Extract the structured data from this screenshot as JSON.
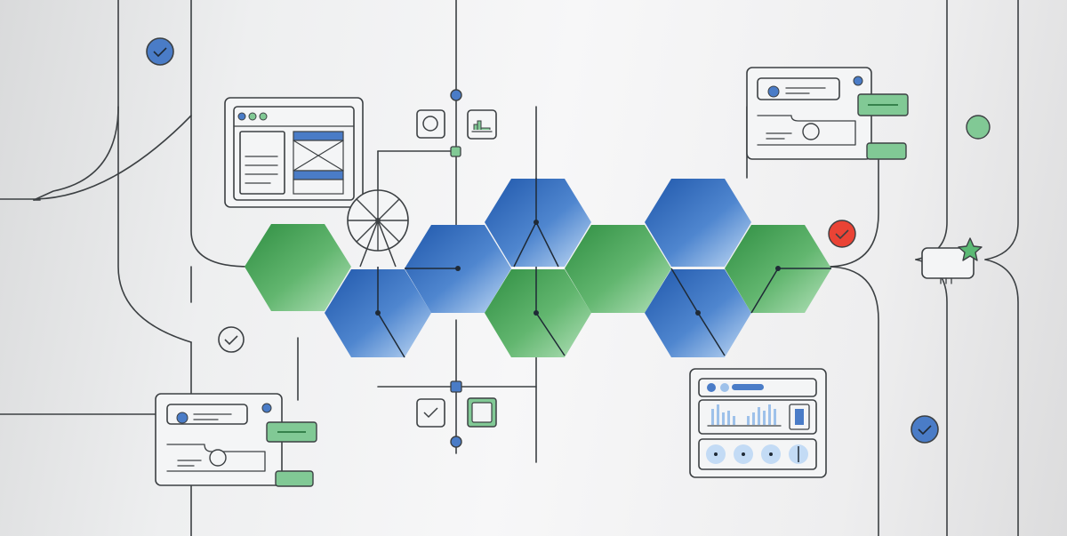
{
  "illustration": {
    "colors": {
      "blue": "#2b63b5",
      "blue_light": "#9ec1ea",
      "green": "#3d9c4f",
      "green_light": "#8fd19a",
      "red": "#ea4335",
      "line": "#3c4043",
      "background": "#f1f2f3"
    },
    "icons": [
      "check-badge-blue-icon",
      "check-badge-green-icon",
      "check-badge-red-icon",
      "check-outline-icon",
      "star-icon",
      "ferris-wheel-icon",
      "browser-window-icon",
      "chat-card-icon",
      "dashboard-card-icon",
      "checkbox-icon"
    ],
    "hexagons": [
      {
        "color": "green"
      },
      {
        "color": "blue"
      },
      {
        "color": "blue"
      },
      {
        "color": "blue"
      },
      {
        "color": "green"
      },
      {
        "color": "green"
      },
      {
        "color": "blue"
      },
      {
        "color": "blue"
      },
      {
        "color": "green"
      }
    ]
  }
}
